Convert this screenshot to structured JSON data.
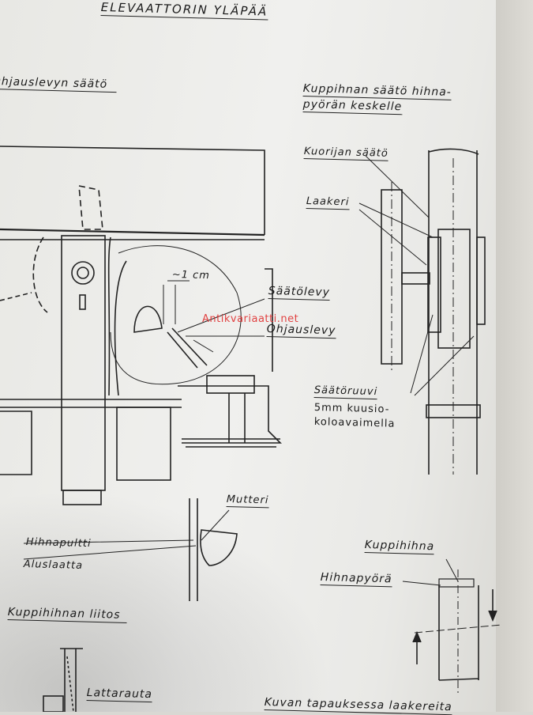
{
  "title": "ELEVAATTORIN YLÄPÄÄ",
  "sections": {
    "guide_plate_adjustment": "Ohjauslevyn säätö",
    "bucket_belt_adjustment_line1": "Kuppihnan säätö hihna-",
    "bucket_belt_adjustment_line2": "pyörän keskelle",
    "bucket_belt_joint": "Kuppihihnan liitos",
    "footer": "Kuvan tapauksessa laakereita"
  },
  "labels": {
    "gap": "~1 cm",
    "adjust_plate": "Säätölevy",
    "guide_plate": "Ohjauslevy",
    "scraper_adjustment": "Kuorijan säätö",
    "bearing": "Laakeri",
    "adjust_screw": "Säätöruuvi",
    "hex_key_line1": "5mm kuusio-",
    "hex_key_line2": "koloavaimella",
    "nut": "Mutteri",
    "belt_bolt": "Hihnapultti",
    "washer": "Aluslaatta",
    "bucket_belt": "Kuppihihna",
    "belt_pulley": "Hihnapyörä",
    "flat_iron": "Lattarauta"
  },
  "watermark": "Antikvariaatti.net"
}
